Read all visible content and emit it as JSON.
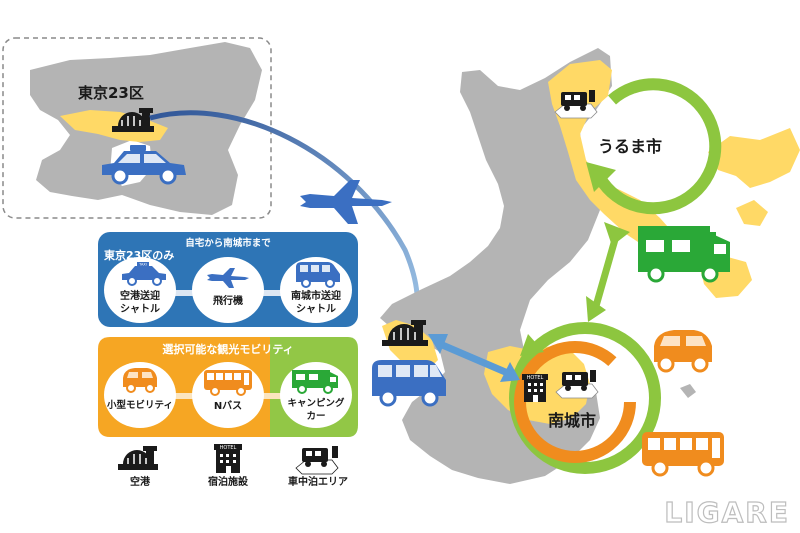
{
  "tokyo": {
    "label": "東京23区"
  },
  "cities": {
    "uruma": "うるま市",
    "nanjo": "南城市"
  },
  "tokyo_route_box": {
    "header": "自宅から南城市まで",
    "title": "東京23区のみ",
    "items": [
      {
        "line1": "空港送迎",
        "line2": "シャトル",
        "icon": "car-icon",
        "badge": "TAXI"
      },
      {
        "line1": "飛行機",
        "line2": "",
        "icon": "airplane-icon"
      },
      {
        "line1": "南城市送迎",
        "line2": "シャトル",
        "icon": "van-icon"
      }
    ]
  },
  "mobility_box": {
    "title": "選択可能な観光モビリティ",
    "items": [
      {
        "line1": "小型モビリティ",
        "line2": "",
        "icon": "small-ev-icon"
      },
      {
        "line1": "Nバス",
        "line2": "",
        "icon": "bus-icon"
      },
      {
        "line1": "キャンピング",
        "line2": "カー",
        "icon": "camper-icon"
      }
    ]
  },
  "legend": [
    {
      "label": "空港",
      "icon": "airport-icon"
    },
    {
      "label": "宿泊施設",
      "icon": "hotel-icon",
      "sign": "HOTEL"
    },
    {
      "label": "車中泊エリア",
      "icon": "camper-area-icon"
    }
  ],
  "hotel_sign": "HOTEL",
  "watermark": "LIGARE",
  "colors": {
    "route_blue": "#3f88c5",
    "route_bg": "#2e75b6",
    "mobility_orange": "#f6a623",
    "mobility_green": "#92c746",
    "area_yellow": "#ffd966",
    "land_gray": "#b4b4b4",
    "vehicle_blue": "#3b6fc2",
    "vehicle_orange": "#f08c1e",
    "vehicle_green": "#2aa837",
    "ring_green": "#8dc63f",
    "ring_orange": "#f08c1e"
  }
}
